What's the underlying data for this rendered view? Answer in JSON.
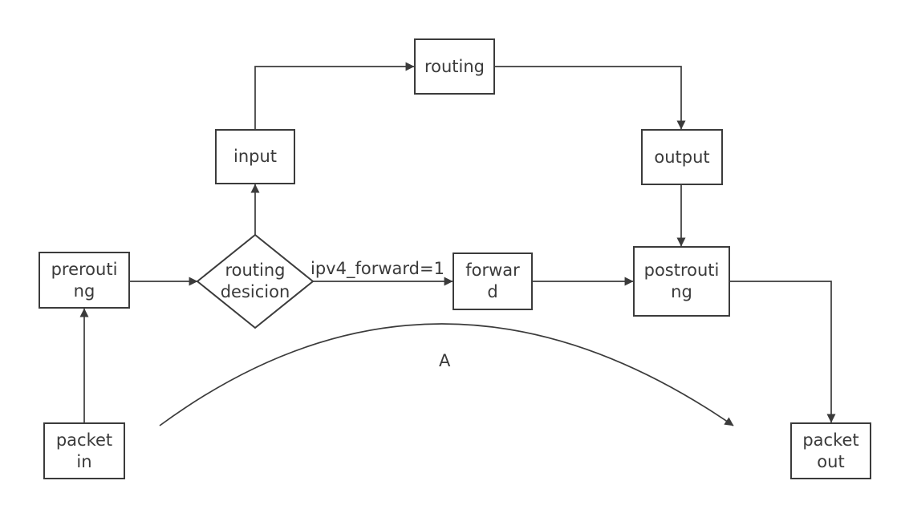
{
  "diagram": {
    "background_color": "#ffffff",
    "stroke_color": "#3b3b3b",
    "text_color": "#3a3a3a",
    "nodes": {
      "packet_in": {
        "label_lines": [
          "packet",
          "in"
        ]
      },
      "prerouting": {
        "label_lines": [
          "prerouti",
          "ng"
        ]
      },
      "routing_decision": {
        "label_lines": [
          "routing",
          "desicion"
        ]
      },
      "input": {
        "label_lines": [
          "input"
        ]
      },
      "routing": {
        "label_lines": [
          "routing"
        ]
      },
      "output": {
        "label_lines": [
          "output"
        ]
      },
      "forward": {
        "label_lines": [
          "forwar",
          "d"
        ]
      },
      "postrouting": {
        "label_lines": [
          "postrouti",
          "ng"
        ]
      },
      "packet_out": {
        "label_lines": [
          "packet",
          "out"
        ]
      }
    },
    "edge_labels": {
      "ipv4_forward": "ipv4_forward=1",
      "curve_label": "A"
    }
  }
}
